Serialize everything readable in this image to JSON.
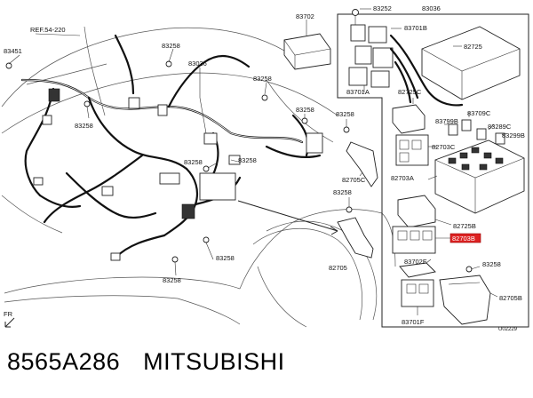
{
  "diagram": {
    "labels": {
      "ref": "REF.54-220",
      "l83451": "83451",
      "l83258_a": "83258",
      "l83036_main": "83036",
      "l83702": "83702",
      "l83258_b": "83258",
      "l83258_c": "83258",
      "l83258_d": "83258",
      "l83258_e": "83258",
      "l83258_f": "83258",
      "l83258_g": "83258",
      "l83258_h": "83258",
      "l83258_i": "83258",
      "l83258_j": "83258",
      "l83258_k": "83258",
      "l83252": "83252",
      "l83036_top": "83036",
      "l83701b": "83701B",
      "l82725": "82725",
      "l83701a": "83701A",
      "l82725c": "82725C",
      "l82705c": "82705C",
      "l83799b": "83799B",
      "l83709c": "83709C",
      "l83289c": "83289C",
      "l83299b": "83299B",
      "l82703c": "82703C",
      "l82703a": "82703A",
      "l82725b": "82725B",
      "l82703b": "82703B",
      "l82705": "82705",
      "l83702f": "83702F",
      "l83701f": "83701F",
      "l82705b": "82705B",
      "fr": "FR",
      "code": "U02229"
    }
  },
  "caption": {
    "part_number": "8565A286",
    "brand": "MITSUBISHI"
  }
}
